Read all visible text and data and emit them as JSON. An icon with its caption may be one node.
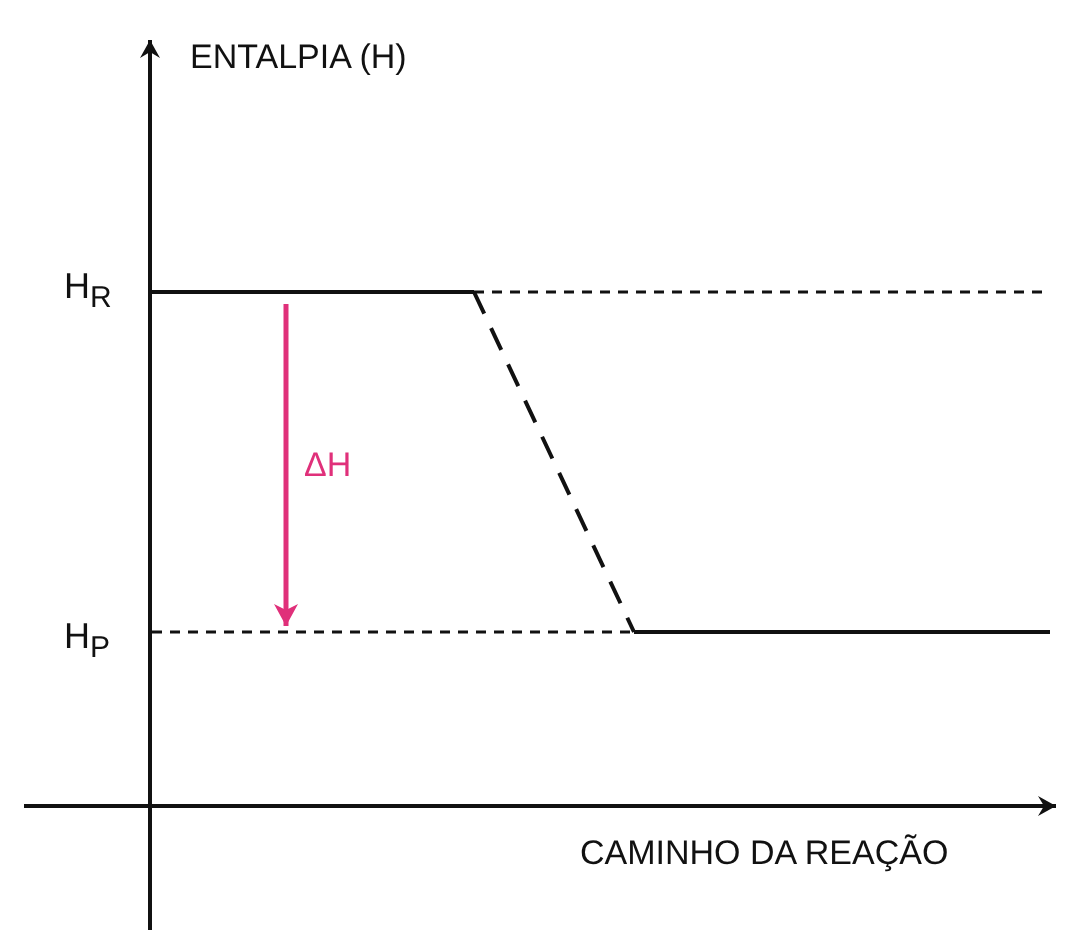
{
  "diagram": {
    "labels": [
      "ENTALPIA (H)",
      "H$_{R}$",
      "ΔH",
      "H$_{P}$",
      "CAMINHO DA REAÇÃO"
    ]
  }
}
